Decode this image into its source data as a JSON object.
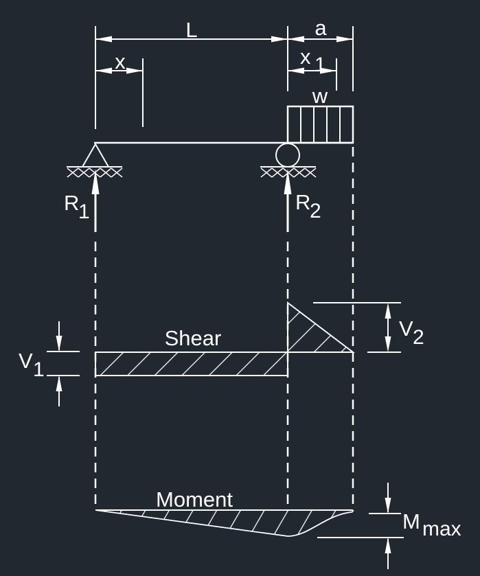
{
  "colors": {
    "background": "#212830",
    "line": "#ffffff"
  },
  "load_diagram": {
    "span_label": "L",
    "overhang_label": "a",
    "x_label": "x",
    "x1_label": {
      "base": "x",
      "sub": "1"
    },
    "load_label": "w",
    "reaction_left": {
      "base": "R",
      "sub": "1"
    },
    "reaction_right": {
      "base": "R",
      "sub": "2"
    }
  },
  "shear_diagram": {
    "title": "Shear",
    "v1_label": {
      "base": "V",
      "sub": "1"
    },
    "v2_label": {
      "base": "V",
      "sub": "2"
    }
  },
  "moment_diagram": {
    "title": "Moment",
    "mmax_label": {
      "base": "M",
      "sub": "max"
    }
  }
}
